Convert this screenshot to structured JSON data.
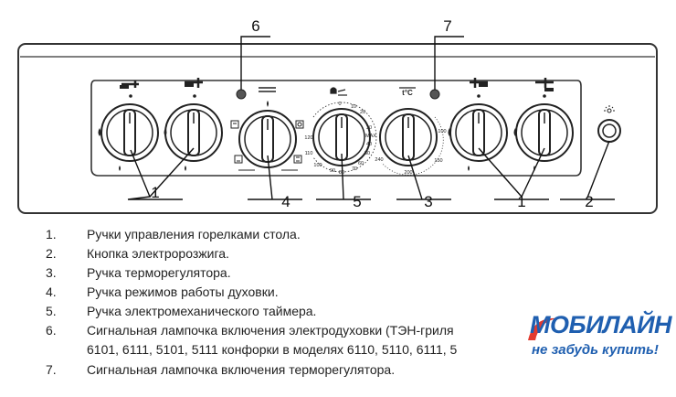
{
  "callouts": {
    "c1": "1",
    "c2": "2",
    "c3": "3",
    "c4": "4",
    "c5": "5",
    "c6": "6",
    "c7": "7"
  },
  "panel": {
    "timer_scale": {
      "t0": "0",
      "t10": "10",
      "t20": "20",
      "t30": "30",
      "t40": "40",
      "t50": "50",
      "t60": "60",
      "t70": "70",
      "t80": "80",
      "t90": "90",
      "t100": "100",
      "t110": "110",
      "t120": "120",
      "max": "MAX"
    },
    "thermo_scale": {
      "t100": "100",
      "t150": "150",
      "t200": "200",
      "t240": "240",
      "unit": "t°C"
    }
  },
  "legend": [
    {
      "num": "1.",
      "text": "Ручки управления горелками стола."
    },
    {
      "num": "2.",
      "text": "Кнопка электророзжига."
    },
    {
      "num": "3.",
      "text": "Ручка терморегулятора."
    },
    {
      "num": "4.",
      "text": "Ручка режимов работы духовки."
    },
    {
      "num": "5.",
      "text": "Ручка электромеханического таймера."
    },
    {
      "num": "6.",
      "text": "Сигнальная лампочка включения электродуховки (ТЭН-гриля"
    },
    {
      "cont": "6101, 6111, 5101, 5111 конфорки в моделях 6110, 5110, 6111, 5"
    },
    {
      "num": "7.",
      "text": "Сигнальная лампочка включения терморегулятора."
    }
  ],
  "brand": {
    "name": "МОБИЛАЙН",
    "slogan": "не забудь купить!",
    "color": "#1f5fb0"
  }
}
